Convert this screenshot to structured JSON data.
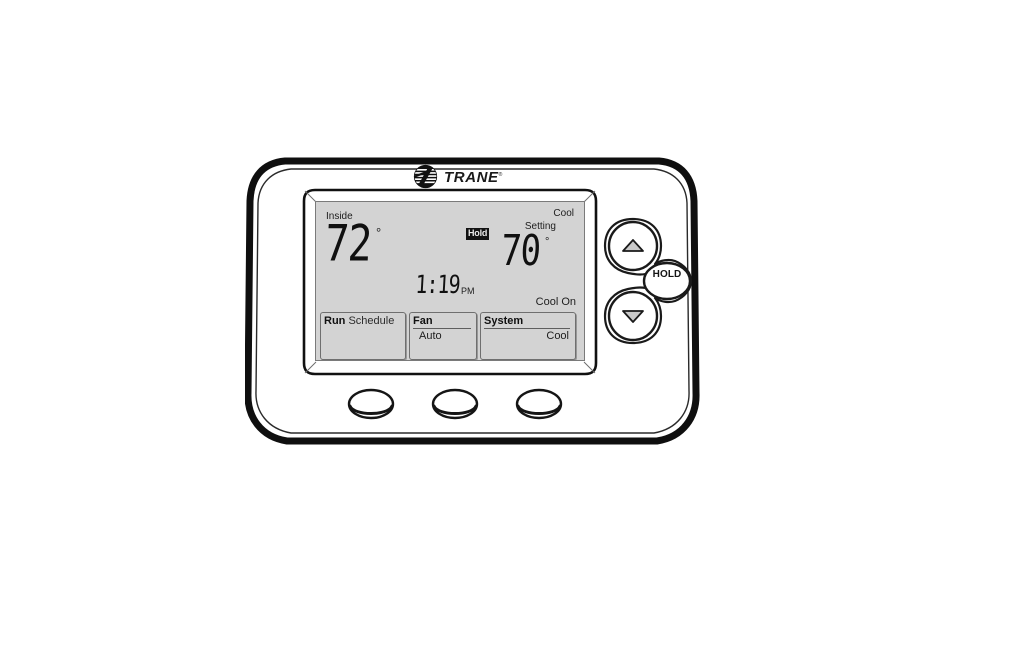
{
  "device": {
    "brand": "TRANE",
    "brand_tm": "®",
    "brand_emblem_icon": "trane-circle-emblem-icon"
  },
  "lcd": {
    "inside_label": "Inside",
    "inside_temp": "72",
    "inside_degree": "°",
    "hold_badge": "Hold",
    "cool_word": "Cool",
    "setting_word": "Setting",
    "setpoint_temp": "70",
    "setpoint_degree": "°",
    "time": "1:19",
    "ampm": "PM",
    "status": "Cool On",
    "menu": [
      {
        "name": "run-schedule",
        "title_bold": "Run",
        "title_normal": "Schedule",
        "value": "",
        "has_rule": false
      },
      {
        "name": "fan",
        "title_bold": "Fan",
        "title_normal": "",
        "value": "Auto",
        "has_rule": true
      },
      {
        "name": "system",
        "title_bold": "System",
        "title_normal": "",
        "value": "Cool",
        "has_rule": true
      }
    ]
  },
  "controls": {
    "up_button_icon": "triangle-up-icon",
    "down_button_icon": "triangle-down-icon",
    "hold_button_label": "HOLD",
    "soft_buttons": [
      {
        "name": "soft-button-left",
        "label": ""
      },
      {
        "name": "soft-button-center",
        "label": ""
      },
      {
        "name": "soft-button-right",
        "label": ""
      }
    ]
  },
  "colors": {
    "lcd_background": "#d3d3d3",
    "lcd_text": "#101010",
    "case_outline": "#111111",
    "case_fill": "#ffffff",
    "badge_background": "#121212",
    "badge_text": "#e9e9e9"
  }
}
